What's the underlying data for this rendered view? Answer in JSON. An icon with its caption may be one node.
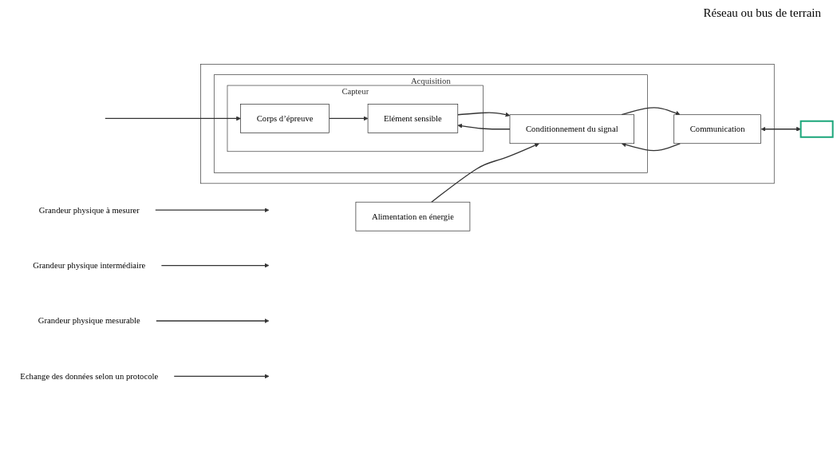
{
  "diagram": {
    "nodes": [
      {
        "text": [],
        "shape": "box"
      },
      {
        "text": [
          "Acquisition"
        ],
        "in": 0
      },
      {
        "text": [
          "Capteur"
        ],
        "in": 1
      },
      {
        "text": [
          "Corps d’épreuve"
        ],
        "in": 2
      },
      {
        "text": [
          "Elément sensible"
        ],
        "in": 2
      },
      {
        "text": [
          "Conditionnement du signal"
        ],
        "in": 1
      },
      {
        "text": [
          "Communication"
        ],
        "in": 0
      },
      {
        "text": [
          "Alimentation en énergie"
        ]
      },
      {
        "text": [],
        "shape": "box"
      },
      {
        "text": [
          "Grandeur physique à mesurer"
        ]
      },
      {
        "text": [
          "Grandeur physique intermédiaire"
        ]
      },
      {
        "text": [
          "Grandeur physique mesurable"
        ]
      },
      {
        "text": [
          "Echange des données selon un protocole"
        ]
      }
    ],
    "edges": [
      {
        "from": null,
        "to": 3,
        "arrow": "to"
      },
      {
        "from": 3,
        "to": 4,
        "arrow": "to"
      },
      {
        "from": 5,
        "to": 4,
        "arrow": "to"
      },
      {
        "from": 4,
        "to": 5,
        "arrow": "to"
      },
      {
        "from": 6,
        "to": 5,
        "arrow": "to"
      },
      {
        "from": 5,
        "to": 6,
        "arrow": "to"
      },
      {
        "from": 6,
        "to": 8,
        "arrow": "both"
      },
      {
        "from": 7,
        "to": 5,
        "arrow": "to"
      },
      {
        "from": 9,
        "to": null,
        "arrow": "to"
      },
      {
        "from": 10,
        "to": null,
        "arrow": "to"
      },
      {
        "from": 11,
        "to": null,
        "arrow": "to"
      },
      {
        "from": 12,
        "to": null,
        "arrow": "to"
      }
    ],
    "labels": [
      "Réseau ou bus de terrain"
    ]
  }
}
